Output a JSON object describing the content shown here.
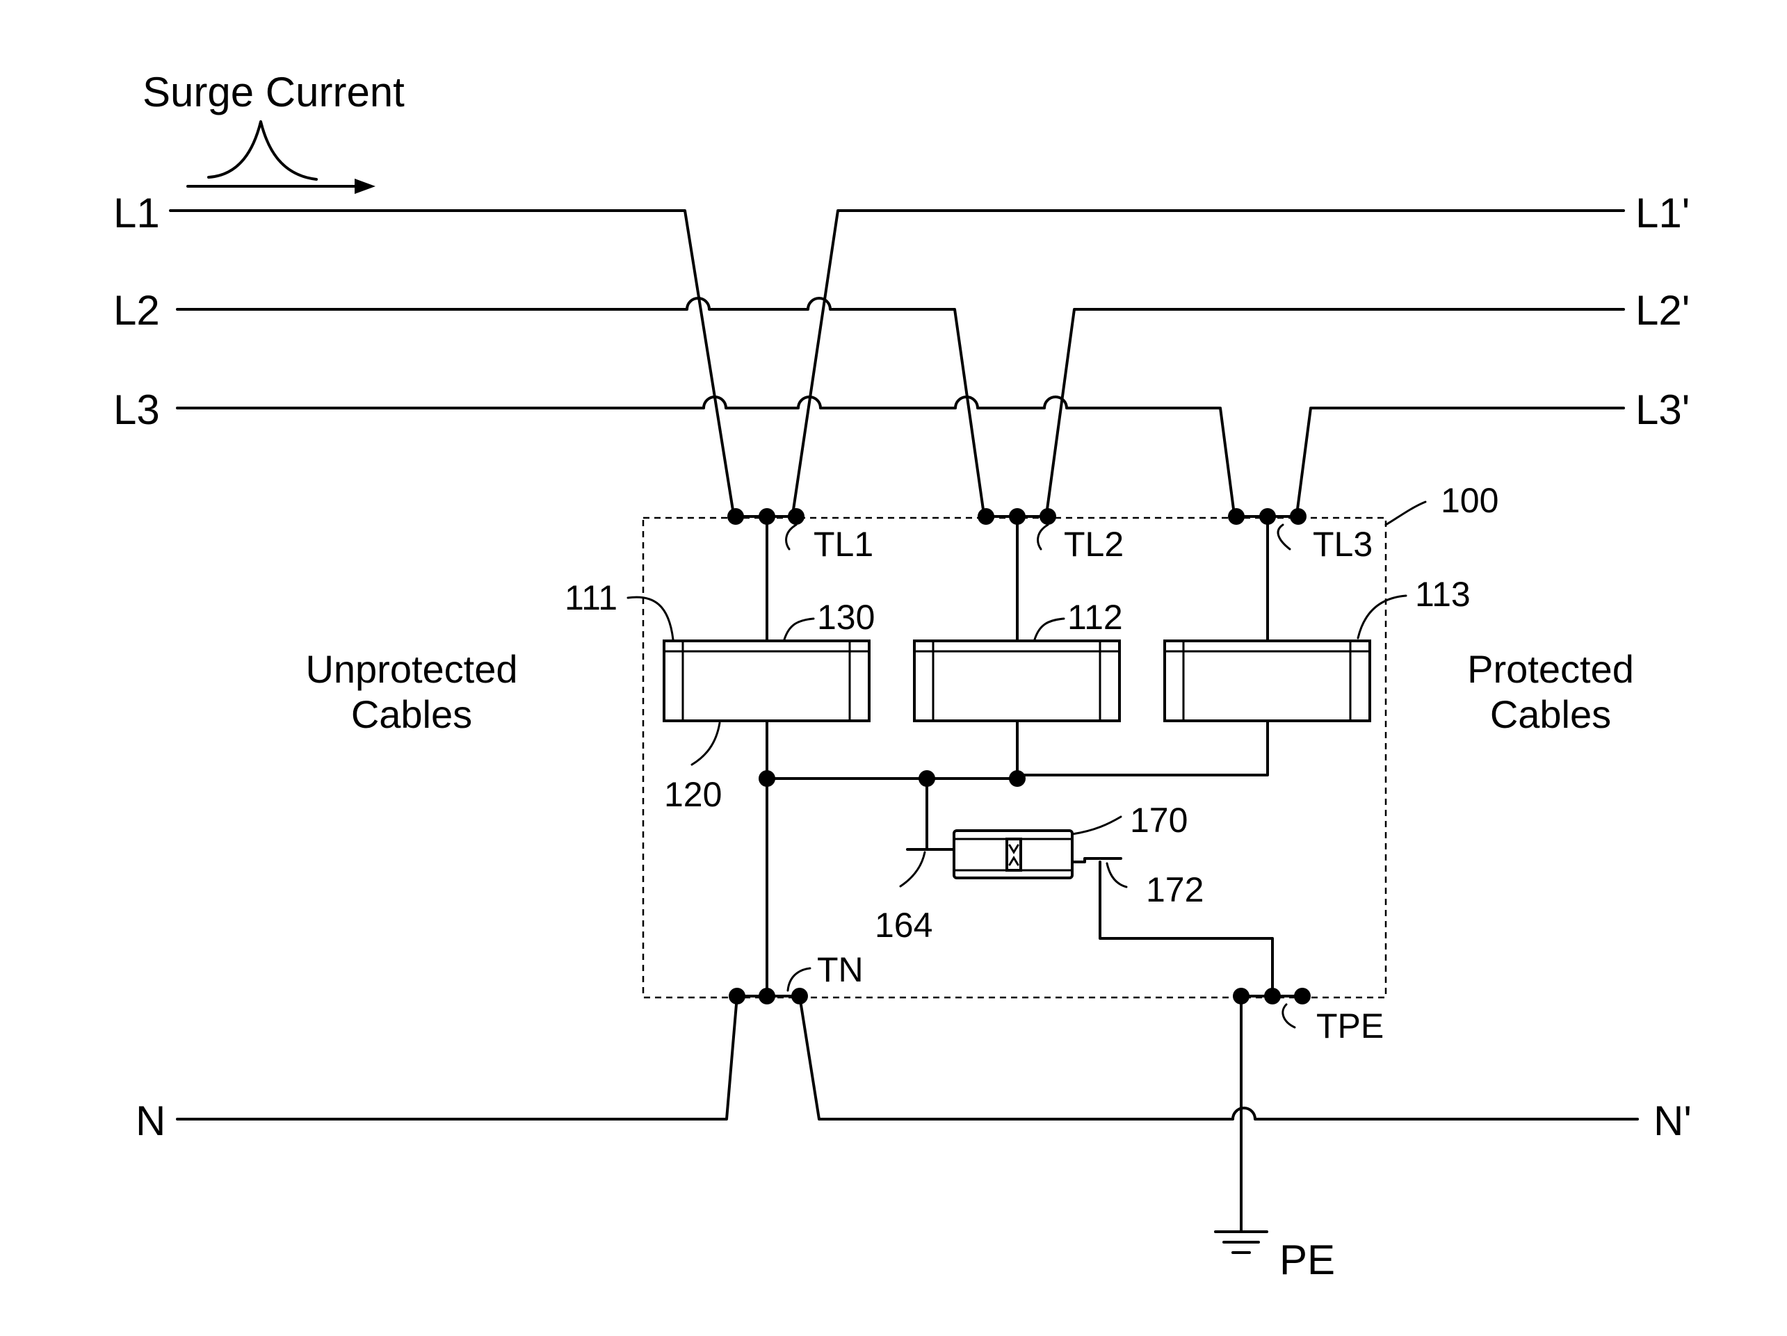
{
  "title": "Surge Current",
  "inputs": {
    "l1": "L1",
    "l2": "L2",
    "l3": "L3",
    "n": "N"
  },
  "outputs": {
    "l1": "L1'",
    "l2": "L2'",
    "l3": "L3'",
    "n": "N'"
  },
  "terminals": {
    "tl1": "TL1",
    "tl2": "TL2",
    "tl3": "TL3",
    "tn": "TN",
    "tpe": "TPE"
  },
  "ground": "PE",
  "sides": {
    "left_line1": "Unprotected",
    "left_line2": "Cables",
    "right_line1": "Protected",
    "right_line2": "Cables"
  },
  "refs": {
    "r100": "100",
    "r111": "111",
    "r112": "112",
    "r113": "113",
    "r120": "120",
    "r130": "130",
    "r164": "164",
    "r170": "170",
    "r172": "172"
  }
}
